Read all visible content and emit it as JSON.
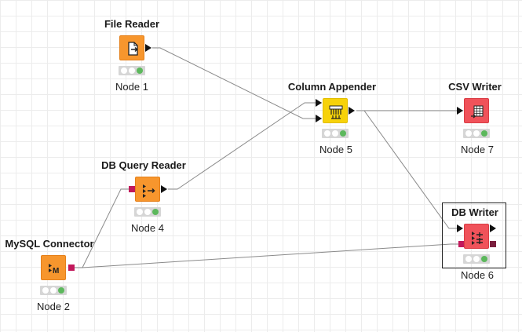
{
  "workflow": {
    "nodes": [
      {
        "id": "file-reader",
        "title": "File Reader",
        "label": "Node 1",
        "color": "orange",
        "icon": "file-reader-icon"
      },
      {
        "id": "mysql-connector",
        "title": "MySQL Connector",
        "label": "Node 2",
        "color": "orange",
        "icon": "mysql-icon"
      },
      {
        "id": "db-query-reader",
        "title": "DB Query Reader",
        "label": "Node 4",
        "color": "orange",
        "icon": "db-query-icon"
      },
      {
        "id": "column-appender",
        "title": "Column Appender",
        "label": "Node 5",
        "color": "yellow",
        "icon": "column-appender-icon"
      },
      {
        "id": "db-writer",
        "title": "DB Writer",
        "label": "Node 6",
        "color": "red",
        "icon": "db-writer-icon",
        "selected": true
      },
      {
        "id": "csv-writer",
        "title": "CSV Writer",
        "label": "Node 7",
        "color": "red",
        "icon": "csv-writer-icon"
      }
    ],
    "colors": {
      "orange": "#f7962d",
      "yellow": "#f7d20a",
      "red": "#f0525a",
      "db_port": "#c2185b",
      "status_ok": "#5cb85c",
      "wire": "#8a8a8a"
    }
  }
}
